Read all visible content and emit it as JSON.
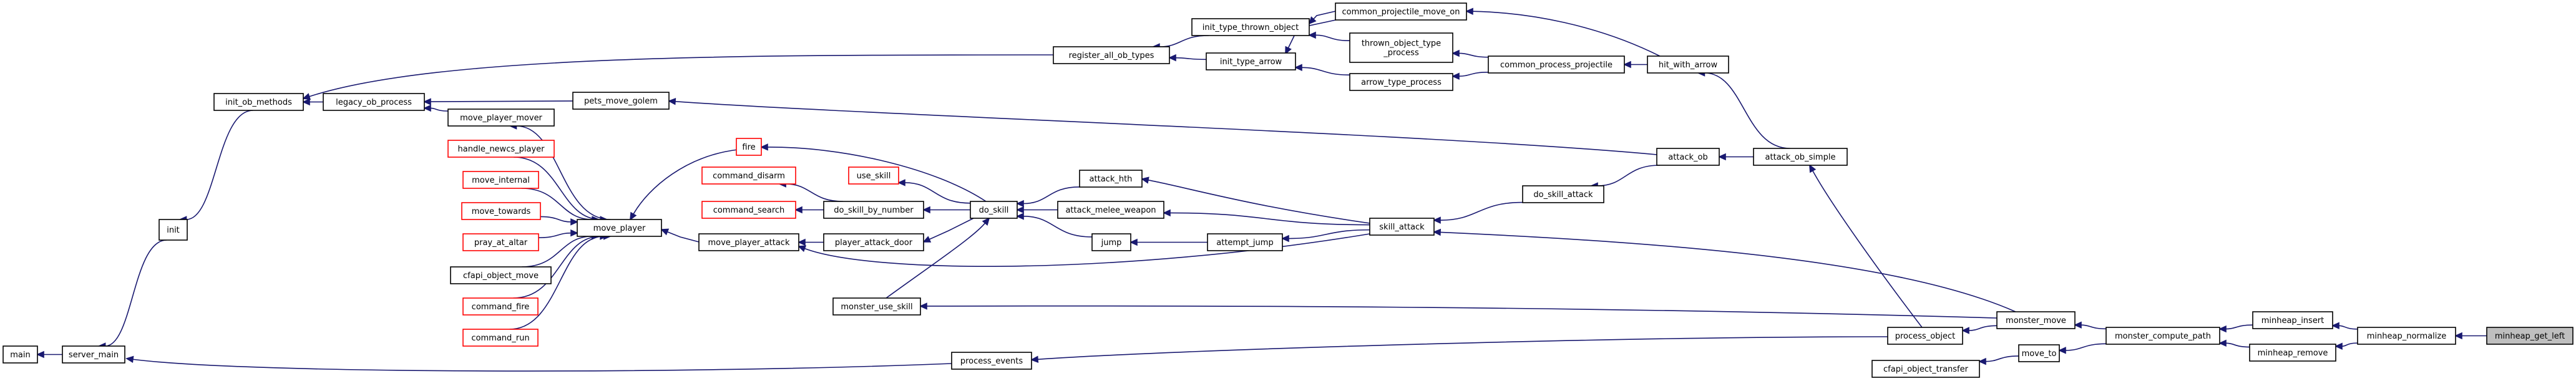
{
  "graph": {
    "kind": "caller-graph",
    "target": "minheap_get_left",
    "colors": {
      "edge": "#191970",
      "normal_border": "#000000",
      "missing_border": "#ff0000",
      "focus_fill": "#bfbfbf"
    },
    "nodes": [
      {
        "id": "main",
        "label": "main"
      },
      {
        "id": "server_main",
        "label": "server_main"
      },
      {
        "id": "init",
        "label": "init"
      },
      {
        "id": "init_ob_methods",
        "label": "init_ob_methods"
      },
      {
        "id": "legacy_ob_process",
        "label": "legacy_ob_process"
      },
      {
        "id": "move_player_mover",
        "label": "move_player_mover"
      },
      {
        "id": "register_all_ob_types",
        "label": "register_all_ob_types"
      },
      {
        "id": "init_type_thrown_object",
        "label": "init_type_thrown_object"
      },
      {
        "id": "init_type_arrow",
        "label": "init_type_arrow"
      },
      {
        "id": "common_projectile_move_on",
        "label": "common_projectile_move_on"
      },
      {
        "id": "thrown_object_type_process",
        "label": "thrown_object_type\n_process"
      },
      {
        "id": "arrow_type_process",
        "label": "arrow_type_process"
      },
      {
        "id": "common_process_projectile",
        "label": "common_process_projectile"
      },
      {
        "id": "hit_with_arrow",
        "label": "hit_with_arrow"
      },
      {
        "id": "pets_move_golem",
        "label": "pets_move_golem"
      },
      {
        "id": "attack_ob",
        "label": "attack_ob"
      },
      {
        "id": "attack_ob_simple",
        "label": "attack_ob_simple"
      },
      {
        "id": "handle_newcs_player",
        "label": "handle_newcs_player",
        "missing": true
      },
      {
        "id": "move_internal",
        "label": "move_internal",
        "missing": true
      },
      {
        "id": "move_towards",
        "label": "move_towards",
        "missing": true
      },
      {
        "id": "pray_at_altar",
        "label": "pray_at_altar",
        "missing": true
      },
      {
        "id": "cfapi_object_move",
        "label": "cfapi_object_move"
      },
      {
        "id": "command_fire",
        "label": "command_fire",
        "missing": true
      },
      {
        "id": "command_run",
        "label": "command_run",
        "missing": true
      },
      {
        "id": "move_player",
        "label": "move_player"
      },
      {
        "id": "fire",
        "label": "fire",
        "missing": true
      },
      {
        "id": "command_disarm",
        "label": "command_disarm",
        "missing": true
      },
      {
        "id": "command_search",
        "label": "command_search",
        "missing": true
      },
      {
        "id": "use_skill",
        "label": "use_skill",
        "missing": true
      },
      {
        "id": "do_skill_by_number",
        "label": "do_skill_by_number"
      },
      {
        "id": "do_skill",
        "label": "do_skill"
      },
      {
        "id": "move_player_attack",
        "label": "move_player_attack"
      },
      {
        "id": "player_attack_door",
        "label": "player_attack_door"
      },
      {
        "id": "attack_hth",
        "label": "attack_hth"
      },
      {
        "id": "attack_melee_weapon",
        "label": "attack_melee_weapon"
      },
      {
        "id": "jump",
        "label": "jump"
      },
      {
        "id": "attempt_jump",
        "label": "attempt_jump"
      },
      {
        "id": "do_skill_attack",
        "label": "do_skill_attack"
      },
      {
        "id": "skill_attack",
        "label": "skill_attack"
      },
      {
        "id": "monster_use_skill",
        "label": "monster_use_skill"
      },
      {
        "id": "process_events",
        "label": "process_events"
      },
      {
        "id": "process_object",
        "label": "process_object"
      },
      {
        "id": "monster_move",
        "label": "monster_move"
      },
      {
        "id": "cfapi_object_transfer",
        "label": "cfapi_object_transfer"
      },
      {
        "id": "move_to",
        "label": "move_to"
      },
      {
        "id": "monster_compute_path",
        "label": "monster_compute_path"
      },
      {
        "id": "minheap_insert",
        "label": "minheap_insert"
      },
      {
        "id": "minheap_remove",
        "label": "minheap_remove"
      },
      {
        "id": "minheap_normalize",
        "label": "minheap_normalize"
      },
      {
        "id": "minheap_get_left",
        "label": "minheap_get_left",
        "focus": true
      }
    ],
    "edges": [
      [
        "server_main",
        "main"
      ],
      [
        "init",
        "server_main"
      ],
      [
        "process_events",
        "server_main"
      ],
      [
        "init_ob_methods",
        "init"
      ],
      [
        "legacy_ob_process",
        "init_ob_methods"
      ],
      [
        "register_all_ob_types",
        "init_ob_methods"
      ],
      [
        "move_player_mover",
        "legacy_ob_process"
      ],
      [
        "pets_move_golem",
        "legacy_ob_process"
      ],
      [
        "move_player",
        "move_player_mover"
      ],
      [
        "init_type_thrown_object",
        "register_all_ob_types"
      ],
      [
        "init_type_arrow",
        "register_all_ob_types"
      ],
      [
        "common_projectile_move_on",
        "init_type_thrown_object"
      ],
      [
        "thrown_object_type_process",
        "init_type_thrown_object"
      ],
      [
        "common_projectile_move_on",
        "init_type_arrow"
      ],
      [
        "arrow_type_process",
        "init_type_arrow"
      ],
      [
        "hit_with_arrow",
        "common_projectile_move_on"
      ],
      [
        "common_process_projectile",
        "thrown_object_type_process"
      ],
      [
        "common_process_projectile",
        "arrow_type_process"
      ],
      [
        "hit_with_arrow",
        "common_process_projectile"
      ],
      [
        "attack_ob_simple",
        "hit_with_arrow"
      ],
      [
        "attack_ob",
        "pets_move_golem"
      ],
      [
        "attack_ob_simple",
        "attack_ob"
      ],
      [
        "process_object",
        "attack_ob_simple"
      ],
      [
        "handle_newcs_player",
        "move_player"
      ],
      [
        "move_internal",
        "move_player"
      ],
      [
        "move_towards",
        "move_player"
      ],
      [
        "pray_at_altar",
        "move_player"
      ],
      [
        "cfapi_object_move",
        "move_player"
      ],
      [
        "command_fire",
        "move_player"
      ],
      [
        "command_run",
        "move_player"
      ],
      [
        "fire",
        "move_player"
      ],
      [
        "do_skill",
        "fire"
      ],
      [
        "do_skill_by_number",
        "command_disarm"
      ],
      [
        "do_skill_by_number",
        "command_search"
      ],
      [
        "do_skill",
        "use_skill"
      ],
      [
        "do_skill",
        "do_skill_by_number"
      ],
      [
        "move_player_attack",
        "move_player"
      ],
      [
        "player_attack_door",
        "move_player_attack"
      ],
      [
        "do_skill",
        "player_attack_door"
      ],
      [
        "attack_hth",
        "do_skill"
      ],
      [
        "attack_melee_weapon",
        "do_skill"
      ],
      [
        "jump",
        "do_skill"
      ],
      [
        "monster_use_skill",
        "do_skill"
      ],
      [
        "attempt_jump",
        "jump"
      ],
      [
        "skill_attack",
        "attack_hth"
      ],
      [
        "skill_attack",
        "attack_melee_weapon"
      ],
      [
        "skill_attack",
        "attempt_jump"
      ],
      [
        "skill_attack",
        "move_player_attack"
      ],
      [
        "do_skill_attack",
        "skill_attack"
      ],
      [
        "attack_ob",
        "do_skill_attack"
      ],
      [
        "monster_move",
        "skill_attack"
      ],
      [
        "monster_move",
        "monster_use_skill"
      ],
      [
        "process_object",
        "process_events"
      ],
      [
        "monster_move",
        "process_object"
      ],
      [
        "monster_compute_path",
        "monster_move"
      ],
      [
        "move_to",
        "cfapi_object_transfer"
      ],
      [
        "monster_compute_path",
        "move_to"
      ],
      [
        "minheap_insert",
        "monster_compute_path"
      ],
      [
        "minheap_remove",
        "monster_compute_path"
      ],
      [
        "minheap_normalize",
        "minheap_insert"
      ],
      [
        "minheap_normalize",
        "minheap_remove"
      ],
      [
        "minheap_get_left",
        "minheap_normalize"
      ]
    ]
  }
}
